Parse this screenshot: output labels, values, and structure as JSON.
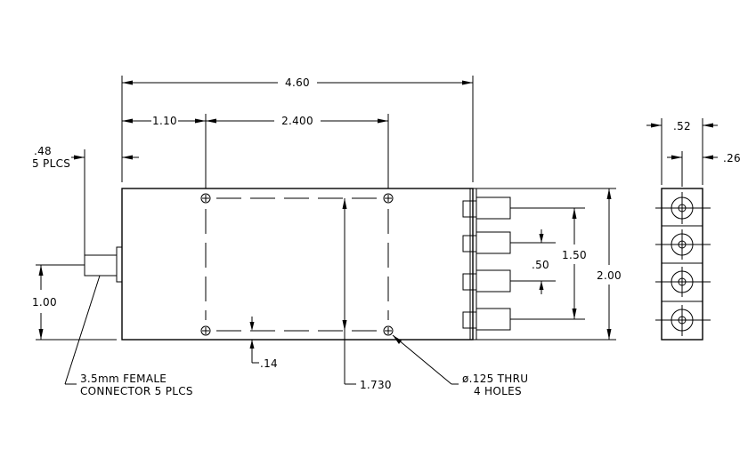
{
  "dimensions": {
    "overall_length": "4.60",
    "offset_left": "1.10",
    "hole_spacing_x": "2.400",
    "connector_length": ".48",
    "connector_count": "5 PLCS",
    "connector_height": "1.00",
    "hole_edge_offset": ".14",
    "hole_spacing_y": "1.730",
    "port_pitch": ".50",
    "port_span": "1.50",
    "overall_height": "2.00",
    "side_width": ".52",
    "side_offset": ".26"
  },
  "notes": {
    "connector_line1": "3.5mm FEMALE",
    "connector_line2": "CONNECTOR 5 PLCS",
    "hole_line1": "ø.125 THRU",
    "hole_line2": "4 HOLES"
  }
}
